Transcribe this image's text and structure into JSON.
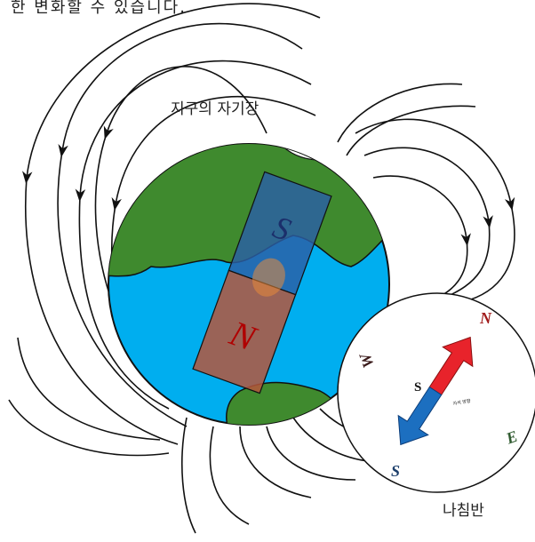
{
  "top_text": "한 변화할 수 있습니다.",
  "labels": {
    "earth_magnetic_field": "지구의 자기장",
    "compass": "나침반"
  },
  "magnet": {
    "south_pole_letter": "S",
    "north_pole_letter": "N"
  },
  "compass_dial": {
    "north": "N",
    "east": "E",
    "south": "S",
    "west": "W",
    "needle_label": "S",
    "needle_small_text": "자석 방향"
  },
  "colors": {
    "ocean": "#00aeef",
    "land": "#3f8a2e",
    "ice": "#ffffff",
    "magnet_south": "#2b5fa6",
    "magnet_north": "#b5563c",
    "needle_north": "#e8232b",
    "needle_south": "#1c6fc0",
    "field_line": "#111111"
  }
}
